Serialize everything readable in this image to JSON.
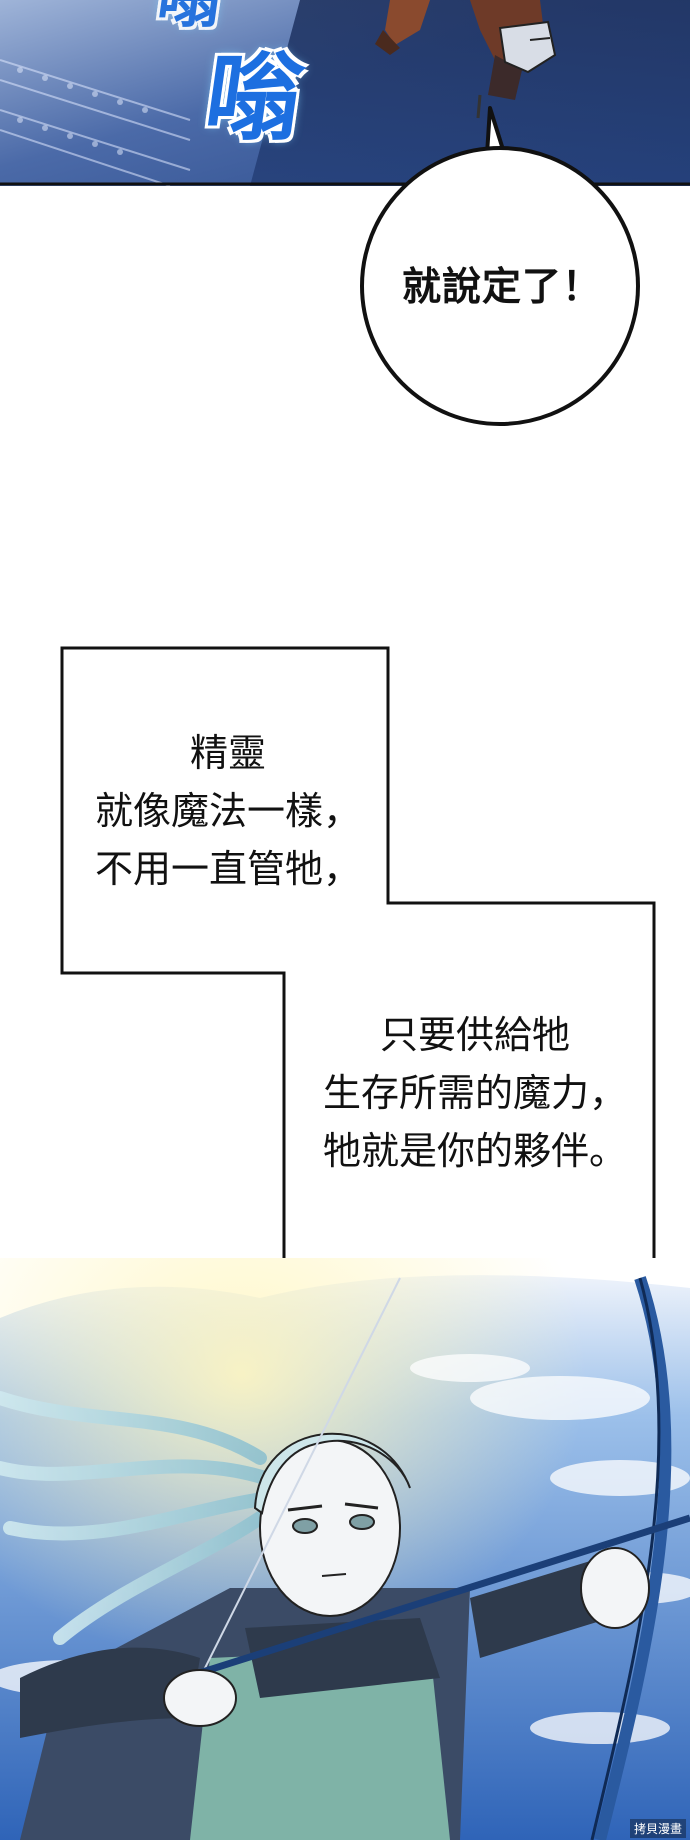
{
  "sfx_text": [
    "嗡",
    "嗡"
  ],
  "speech_bubble": {
    "text": "就說定了！"
  },
  "narration_boxes": [
    {
      "lines": [
        "精靈",
        "就像魔法一樣，",
        "不用一直管牠，"
      ]
    },
    {
      "lines": [
        "只要供給牠",
        "生存所需的魔力，",
        "牠就是你的夥伴。"
      ]
    }
  ],
  "watermark": "拷貝漫畫",
  "colors": {
    "sfx_blue": "#1d6fe0",
    "panel_dark_blue": "#1e3a6e",
    "sky_blue": "#3c74c8",
    "ink": "#111111"
  }
}
